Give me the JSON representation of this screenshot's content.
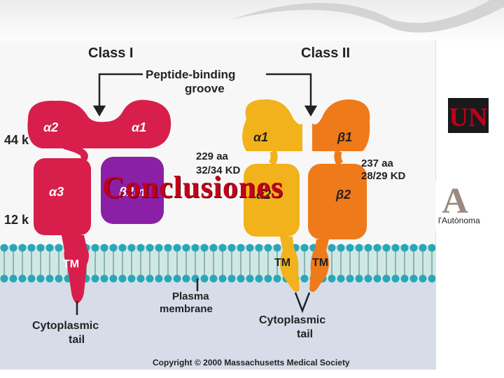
{
  "slide": {
    "title": "Conclusiones"
  },
  "diagram": {
    "class_i_heading": "Class I",
    "class_ii_heading": "Class II",
    "groove_label_line1": "Peptide-binding",
    "groove_label_line2": "groove",
    "alpha2": "α2",
    "alpha1": "α1",
    "alpha3": "α3",
    "beta2m": "β2m",
    "alpha1_ii": "α1",
    "beta1": "β1",
    "alpha2_ii": "α2",
    "beta2": "β2",
    "k44": "44 k",
    "k12": "12 k",
    "aa229": "229 aa",
    "kd3234": "32/34 KD",
    "aa237": "237 aa",
    "kd2829": "28/29 KD",
    "tm1": "TM",
    "tm2": "TM",
    "tm3": "TM",
    "plasma1": "Plasma",
    "plasma2": "membrane",
    "cyto1_line1": "Cytoplasmic",
    "cyto1_line2": "tail",
    "cyto2_line1": "Cytoplasmic",
    "cyto2_line2": "tail",
    "copyright": "Copyright © 2000 Massachusetts Medical Society"
  },
  "logos": {
    "un_text": "UN",
    "aut_letter": "A",
    "aut_text": "l'Autònoma"
  },
  "colors": {
    "class_i": "#d81e4a",
    "beta2m": "#8b1fa6",
    "class_ii_alpha": "#f2b21c",
    "class_ii_beta": "#ef7a1a",
    "title": "#c0001a",
    "membrane": "#2aa6b8"
  }
}
